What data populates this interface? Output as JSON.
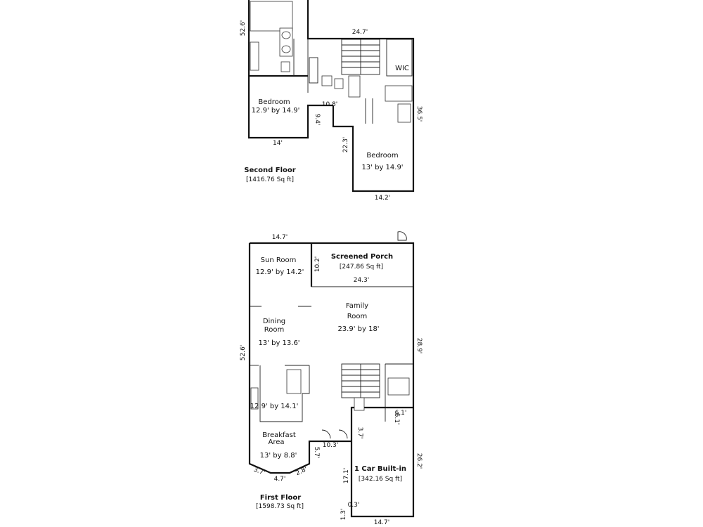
{
  "second_floor": {
    "title": "Second Floor",
    "area": "[1416.76 Sq ft]",
    "rooms": {
      "wic": "WIC",
      "bedroom_left_name": "Bedroom",
      "bedroom_left_size": "12.9' by 14.9'",
      "bedroom_right_name": "Bedroom",
      "bedroom_right_size": "13' by 14.9'"
    },
    "dims": {
      "left_side": "52.6'",
      "top": "24.7'",
      "mid": "10.8'",
      "bedroom_height": "9.4'",
      "bottom_left": "14'",
      "stair_side": "22.3'",
      "right_side": "36.5'",
      "bottom_right": "14.2'"
    }
  },
  "first_floor": {
    "title": "First Floor",
    "area": "[1598.73 Sq ft]",
    "rooms": {
      "sun_room_name": "Sun Room",
      "sun_room_size": "12.9' by 14.2'",
      "porch_name": "Screened Porch",
      "porch_area": "[247.86 Sq ft]",
      "dining_line1": "Dining",
      "dining_line2": "Room",
      "dining_size": "13' by 13.6'",
      "family_line1": "Family",
      "family_line2": "Room",
      "family_size": "23.9' by 18'",
      "kitchen_size": "12.9' by 14.1'",
      "breakfast_line1": "Breakfast",
      "breakfast_line2": "Area",
      "breakfast_size": "13' by 8.8'",
      "garage_name": "1 Car Built-in",
      "garage_area": "[342.16 Sq ft]"
    },
    "dims": {
      "top": "14.7'",
      "porch_depth": "10.2'",
      "porch_width": "24.3'",
      "left_side": "52.6'",
      "right_side": "28.9'",
      "small_a": "6.1'",
      "small_b": "6.1'",
      "closet": "3.7'",
      "hall_width": "10.3'",
      "hall_depth": "5.7'",
      "bay_left": "3.7'",
      "bay_mid": "4.7'",
      "bay_right": "2.8'",
      "garage_side": "17.1'",
      "garage_right": "26.2'",
      "garage_step": "0.3'",
      "garage_step_b": "1.3'",
      "garage_bottom": "14.7'"
    }
  }
}
